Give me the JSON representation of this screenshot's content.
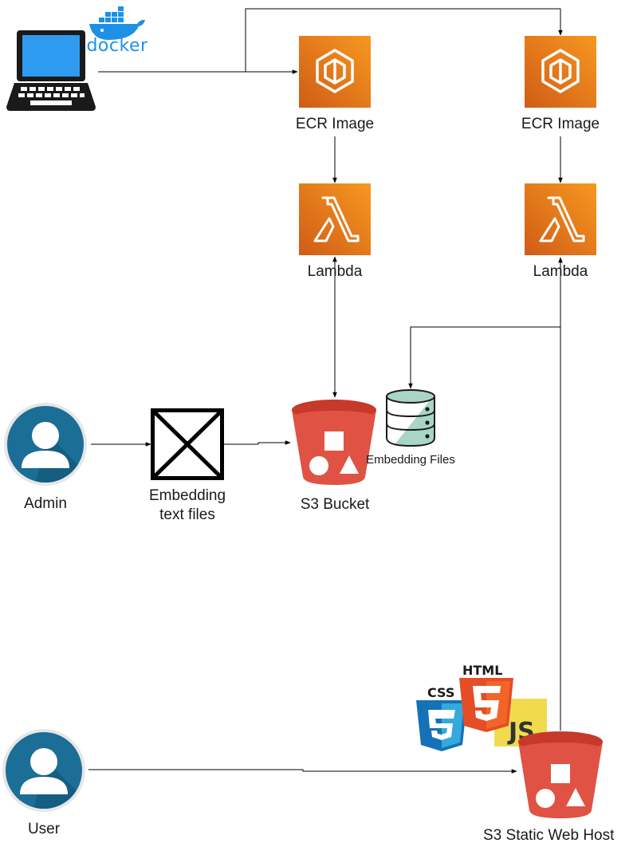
{
  "nodes": {
    "laptop": {
      "badge": "docker"
    },
    "ecr_left": {
      "label": "ECR Image"
    },
    "ecr_right": {
      "label": "ECR Image"
    },
    "lambda_left": {
      "label": "Lambda"
    },
    "lambda_right": {
      "label": "Lambda"
    },
    "admin": {
      "label": "Admin"
    },
    "embed_text": {
      "label": "Embedding text files"
    },
    "s3_bucket": {
      "label": "S3 Bucket"
    },
    "embed_files": {
      "label": "Embedding Files"
    },
    "user": {
      "label": "User"
    },
    "s3_web": {
      "label": "S3 Static Web Host"
    },
    "web_badges": {
      "html": "HTML",
      "css": "CSS",
      "js": "JS"
    }
  },
  "colors": {
    "aws_orange_top": "#F7981F",
    "aws_orange_bottom": "#D05C17",
    "s3_red": "#E05243",
    "s3_red_dark": "#C7392B",
    "user_blue": "#1B6E96",
    "docker_blue": "#1D91E6",
    "html_orange": "#E44D26",
    "css_blue": "#1572B6",
    "js_yellow": "#F0DB4F"
  },
  "edges": [
    {
      "from": "laptop",
      "to": "ecr_left"
    },
    {
      "from": "laptop",
      "to": "ecr_right"
    },
    {
      "from": "ecr_left",
      "to": "lambda_left"
    },
    {
      "from": "ecr_right",
      "to": "lambda_right"
    },
    {
      "from": "lambda_left",
      "to": "s3_bucket",
      "bidirectional": true
    },
    {
      "from": "lambda_right",
      "to": "embed_files"
    },
    {
      "from": "admin",
      "to": "embed_text"
    },
    {
      "from": "embed_text",
      "to": "s3_bucket"
    },
    {
      "from": "user",
      "to": "s3_web"
    },
    {
      "from": "s3_web",
      "to": "lambda_right"
    }
  ]
}
